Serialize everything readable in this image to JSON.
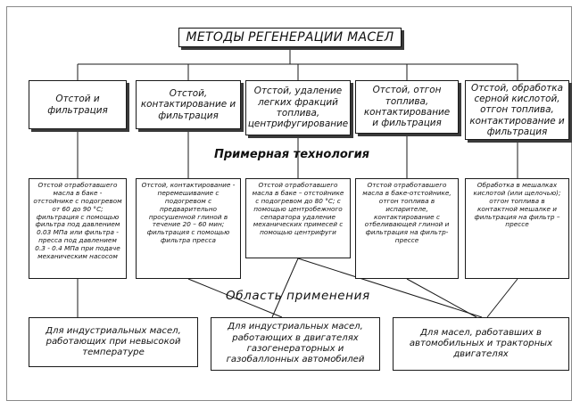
{
  "title": "МЕТОДЫ РЕГЕНЕРАЦИИ МАСЕЛ",
  "methods": [
    "Отстой и фильтрация",
    "Отстой, контактирование и фильтрация",
    "Отстой, удаление легких фракций топлива, центрифугирование",
    "Отстой, отгон топлива, контактирование и фильтрация",
    "Отстой, обработка серной кислотой, отгон топлива, контактирование и фильтрация"
  ],
  "technology_label": "Примерная технология",
  "technology": [
    "Отстой отработавшего масла в баке - отстойнике с подогревом от 60 до 90 °С; фильтрация с помощью фильтра под давлением 0.03 МПа или фильтра - пресса под давлением 0.3 - 0.4 МПа при подаче механическим насосом",
    "Отстой, контактирование - перемешивание с подогревом с предварительно просушенной глиной в течение 20 – 60 мин; фильтрация с помощью фильтра пресса",
    "Отстой отработавшего масла в баке – отстойнике с подогревом до 80 °С; с помощью центробежного сепаратора удаление механических примесей с помощью центрифуги",
    "Отстой отработавшего масла в баке-отстойнике, отгон топлива в испарителе, контактирование с отбеливающей глиной и фильтрация на фильтр-прессе",
    "Обработка в мешалках кислотой (или щелочью); отгон топлива в контактной мешалке и фильтрация на фильтр – прессе"
  ],
  "scope_label": "Область применения",
  "applications": [
    "Для индустриальных масел, работающих при невысокой температуре",
    "Для индустриальных масел, работающих в двигателях газогенераторных и газобаллонных автомобилей",
    "Для масел, работавших в автомобильных и тракторных двигателях"
  ],
  "colors": {
    "line": "#1a1a1a",
    "frame": "#8a8a8a",
    "background": "#ffffff"
  }
}
